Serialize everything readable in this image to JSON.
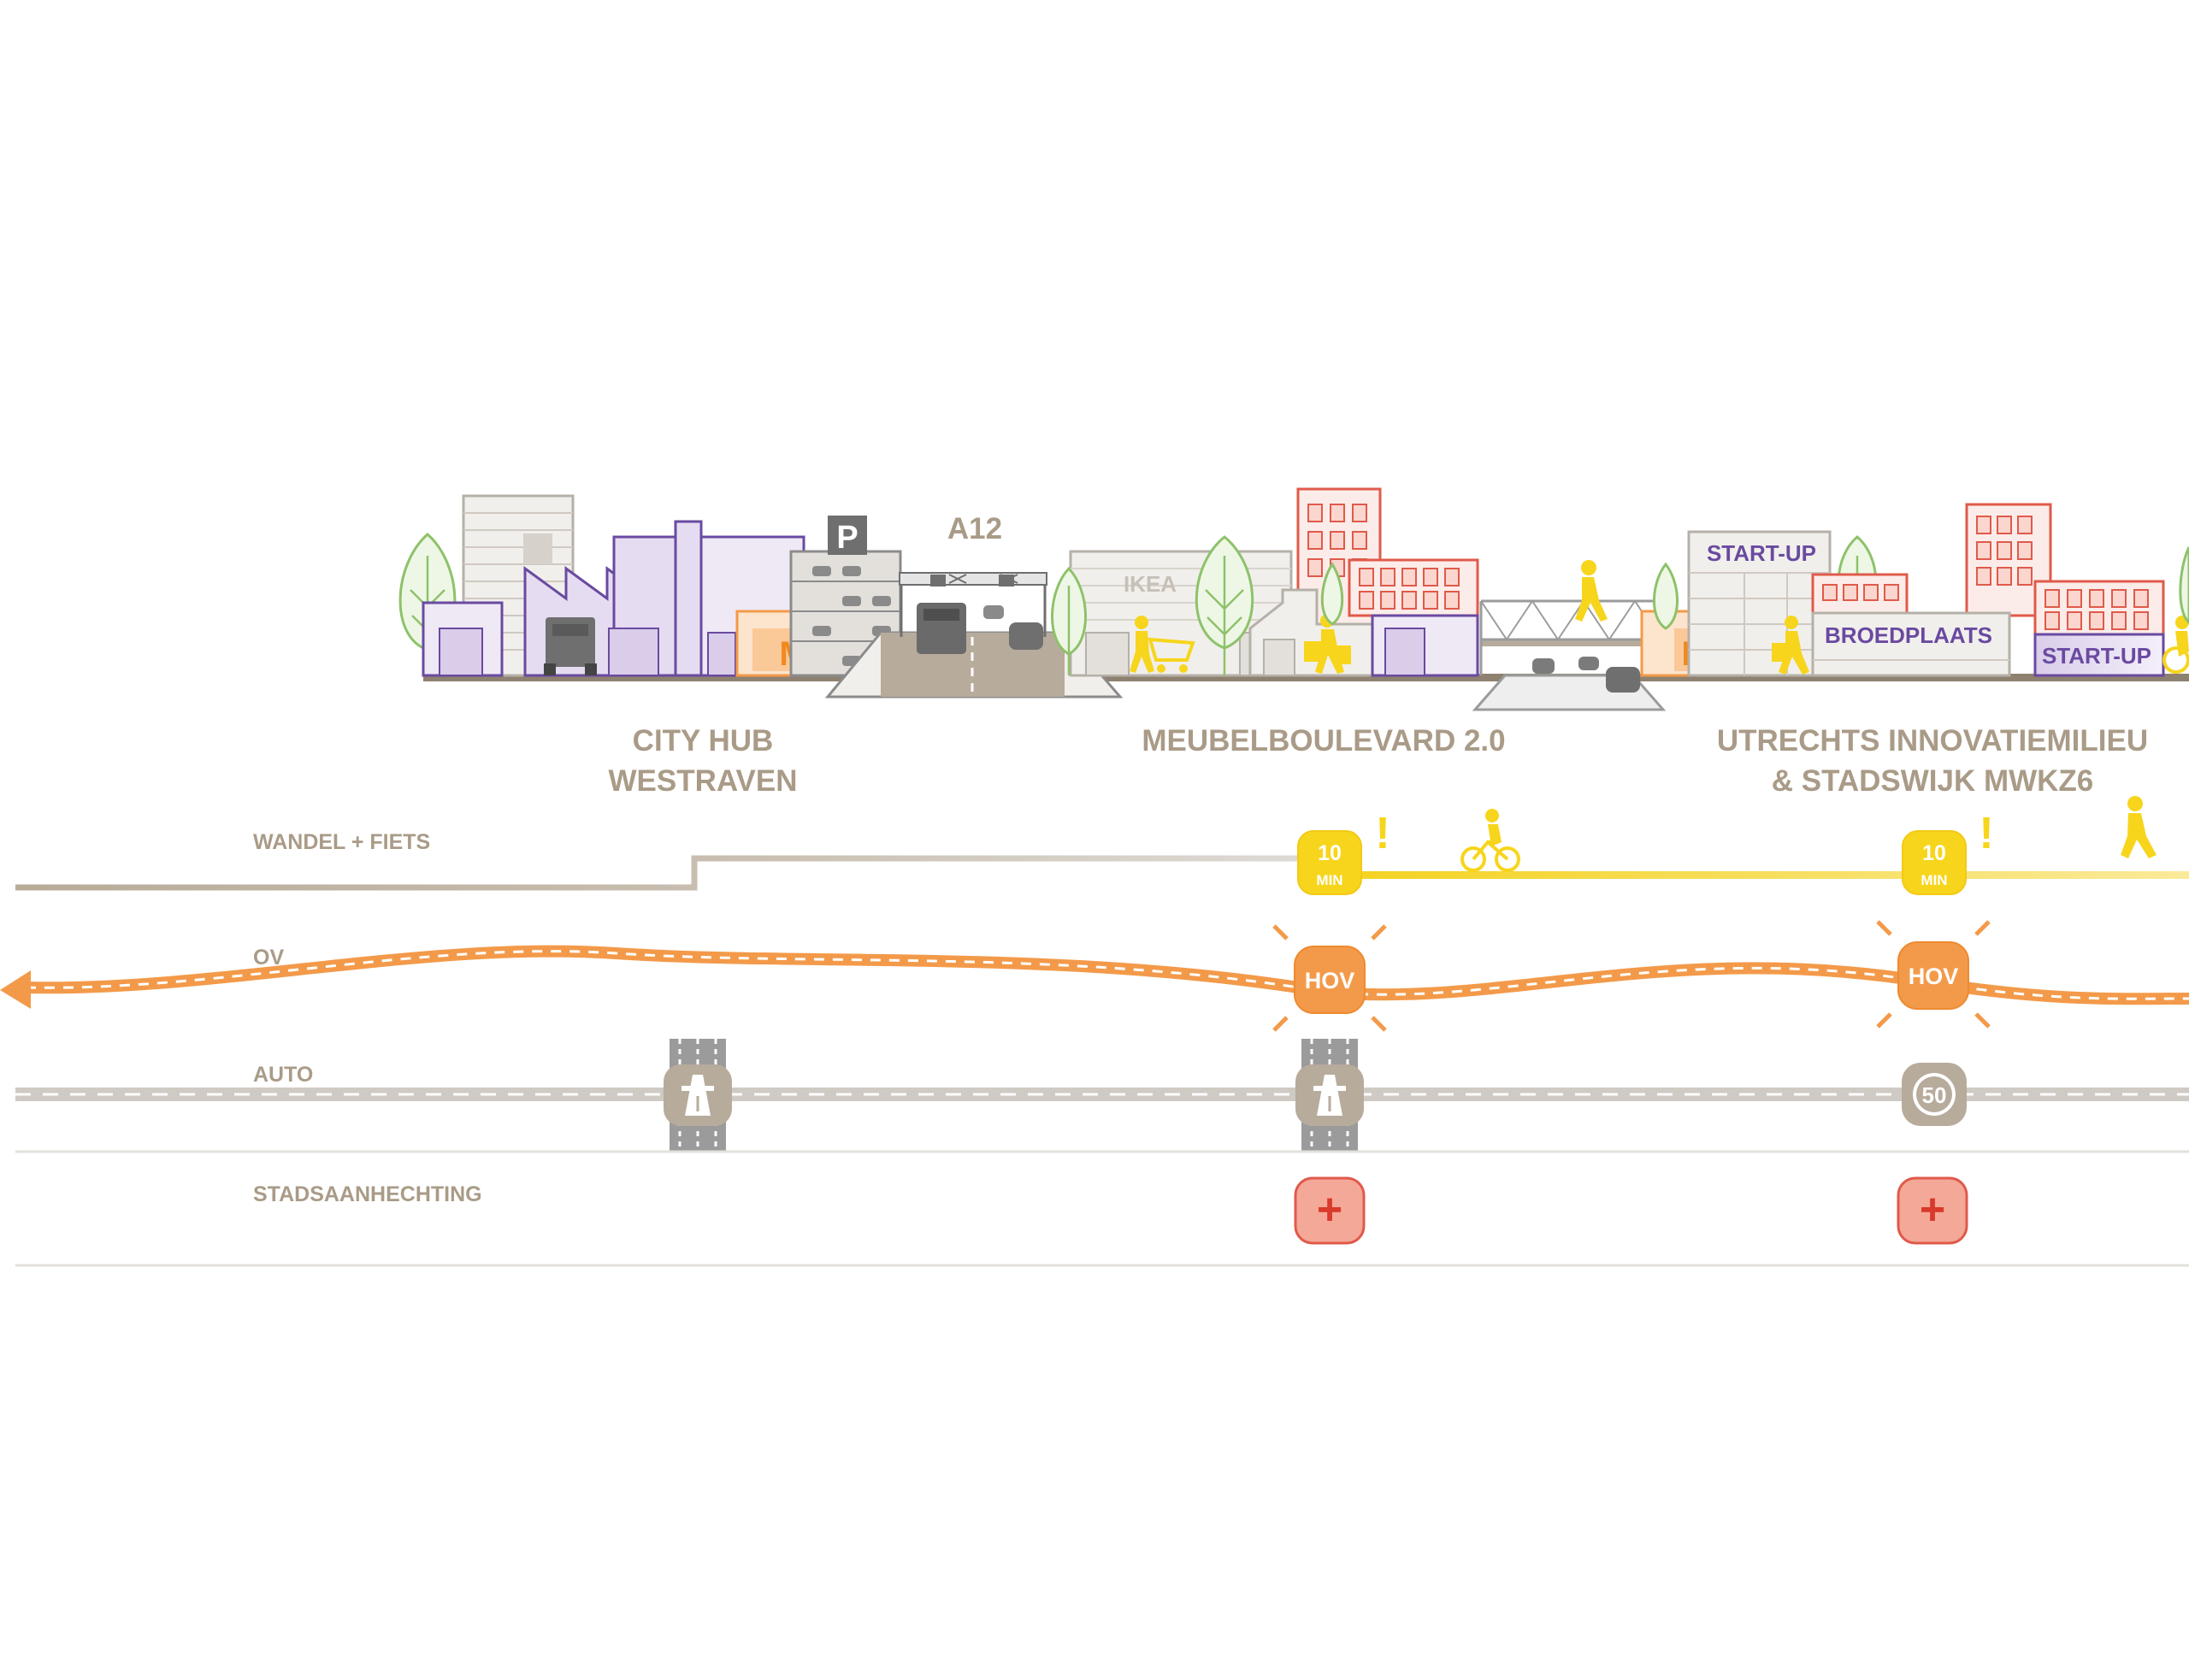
{
  "locations": {
    "city_hub": [
      "CITY HUB",
      "WESTRAVEN"
    ],
    "meubelboulevard": "MEUBELBOULEVARD 2.0",
    "utrechts": [
      "UTRECHTS INNOVATIEMILIEU",
      "& STADSWIJK MWKZ6"
    ]
  },
  "skyline": {
    "highway": "A12",
    "parking": "P",
    "metro": "M",
    "ikea": "IKEA",
    "startup": "START-UP",
    "broedplaats": "BROEDPLAATS"
  },
  "rows": {
    "walk": "WANDEL + FIETS",
    "ov": "OV",
    "auto": "AUTO",
    "city": "STADSAANHECHTING"
  },
  "badges": {
    "walk_minutes": "10",
    "walk_unit": "MIN",
    "exclaim": "!",
    "hov": "HOV",
    "speed": "50",
    "plus": "+"
  },
  "colors": {
    "tan": "#a99b87",
    "orange": "#f39a4a",
    "yellow": "#f7d51c",
    "grey": "#c9c4bc",
    "red": "#e05a4a",
    "purple": "#6a4aa0",
    "green": "#8dc26a"
  }
}
